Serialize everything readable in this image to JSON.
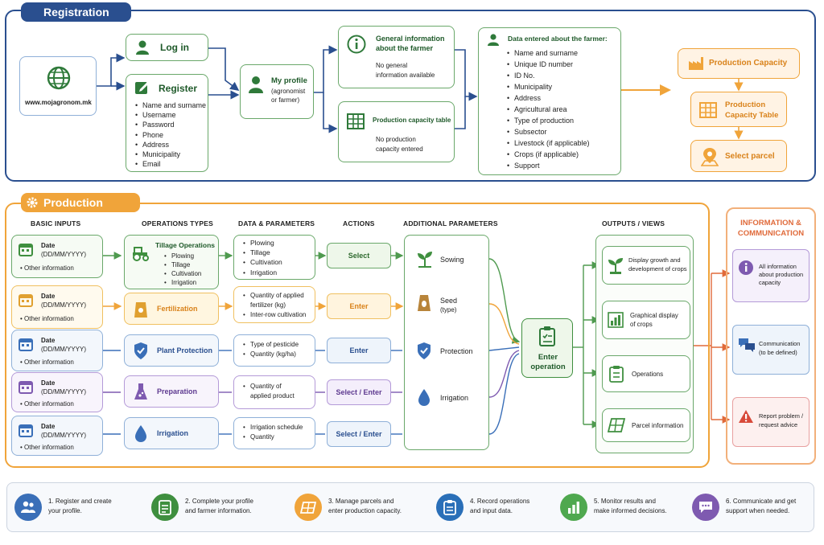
{
  "registration": {
    "title": "Registration",
    "website": "www.mojagronom.mk",
    "login": "Log in",
    "register": {
      "title": "Register",
      "fields": [
        "Name and surname",
        "Username",
        "Password",
        "Phone",
        "Address",
        "Municipality",
        "Email"
      ]
    },
    "profile": {
      "title": "My profile",
      "subtitle_1": "(agronomist",
      "subtitle_2": "or farmer)"
    },
    "general_info": {
      "title_1": "General information",
      "title_2": "about the farmer",
      "note_1": "No general",
      "note_2": "information available"
    },
    "capacity_table": {
      "title": "Production capacity table",
      "note_1": "No production",
      "note_2": "capacity entered"
    },
    "farmer_data": {
      "title": "Data entered about the farmer:",
      "fields": [
        "Name and surname",
        "Unique ID number",
        "ID No.",
        "Municipality",
        "Address",
        "Agricultural area",
        "Type of production",
        "Subsector",
        "Livestock (if applicable)",
        "Crops (if applicable)",
        "Support"
      ]
    },
    "flow_right": {
      "production_capacity": "Production Capacity",
      "capacity_table_1": "Production",
      "capacity_table_2": "Capacity Table",
      "select_parcel": "Select parcel"
    }
  },
  "production": {
    "title": "Production Capacity",
    "headers": {
      "basic_inputs": "BASIC INPUTS",
      "operation_types": "OPERATIONS TYPES",
      "data_parameters": "DATA & PARAMETERS",
      "actions": "ACTIONS",
      "additional": "ADDITIONAL PARAMETERS",
      "outputs": "OUTPUTS / VIEWS"
    },
    "date_label": "Date",
    "date_format": "(DD/MM/YYYY)",
    "other_info": "Other information",
    "rows": [
      {
        "operation": "Tillage Operations",
        "sub": [
          "Plowing",
          "Tillage",
          "Cultivation",
          "Irrigation"
        ],
        "params": [
          "Plowing",
          "Tillage",
          "Cultivation",
          "Irrigation"
        ],
        "action": "Select"
      },
      {
        "operation": "Fertilization",
        "sub": [],
        "params": [
          "Quantity of applied",
          "fertilizer (kg)",
          "Inter-row cultivation"
        ],
        "action": "Enter"
      },
      {
        "operation": "Plant Protection",
        "sub": [],
        "params": [
          "Type of pesticide",
          "Quantity (kg/ha)"
        ],
        "action": "Enter"
      },
      {
        "operation": "Preparation",
        "sub": [],
        "params": [
          "Quantity of",
          "applied product"
        ],
        "action": "Select / Enter"
      },
      {
        "operation": "Irrigation",
        "sub": [],
        "params": [
          "Irrigation schedule",
          "Quantity"
        ],
        "action": "Select / Enter"
      }
    ],
    "additional": {
      "sowing": "Sowing",
      "seed_1": "Seed",
      "seed_2": "(type)",
      "protection": "Protection",
      "irrigation": "Irrigation"
    },
    "enter_operation_1": "Enter",
    "enter_operation_2": "operation",
    "outputs": [
      {
        "l1": "Display growth and",
        "l2": "development of crops"
      },
      {
        "l1": "Graphical display",
        "l2": "of crops"
      },
      {
        "l1": "Operations",
        "l2": ""
      },
      {
        "l1": "Parcel information",
        "l2": ""
      }
    ]
  },
  "info": {
    "title_1": "INFORMATION &",
    "title_2": "COMMUNICATION",
    "items": [
      {
        "l1": "All information",
        "l2": "about production",
        "l3": "capacity"
      },
      {
        "l1": "Communication",
        "l2": "(to be defined)",
        "l3": ""
      },
      {
        "l1": "Report problem /",
        "l2": "request advice",
        "l3": ""
      }
    ]
  },
  "steps": [
    {
      "l1": "1. Register and create",
      "l2": "your profile."
    },
    {
      "l1": "2. Complete your profile",
      "l2": "and farmer information."
    },
    {
      "l1": "3. Manage parcels and",
      "l2": "enter production capacity."
    },
    {
      "l1": "4. Record operations",
      "l2": "and input data."
    },
    {
      "l1": "5. Monitor results and",
      "l2": "make informed decisions."
    },
    {
      "l1": "6. Communicate and get",
      "l2": "support when needed."
    }
  ],
  "colors": {
    "navy": "#2a4f8f",
    "green": "#3f8f3f",
    "orange": "#f0a43a",
    "blue": "#3a6fb8",
    "purple": "#7e5ab0",
    "red": "#d84a3a"
  },
  "icons": [
    "globe-icon",
    "user-icon",
    "edit-icon",
    "info-icon",
    "table-icon",
    "factory-icon",
    "map-pin-icon",
    "gear-icon",
    "calendar-icon",
    "tractor-icon",
    "fertilizer-bag-icon",
    "shield-icon",
    "flask-icon",
    "water-drop-icon",
    "sprout-icon",
    "seed-bag-icon",
    "clipboard-icon",
    "bar-chart-icon",
    "checklist-icon",
    "map-icon",
    "chat-icon",
    "warning-icon",
    "people-icon"
  ]
}
